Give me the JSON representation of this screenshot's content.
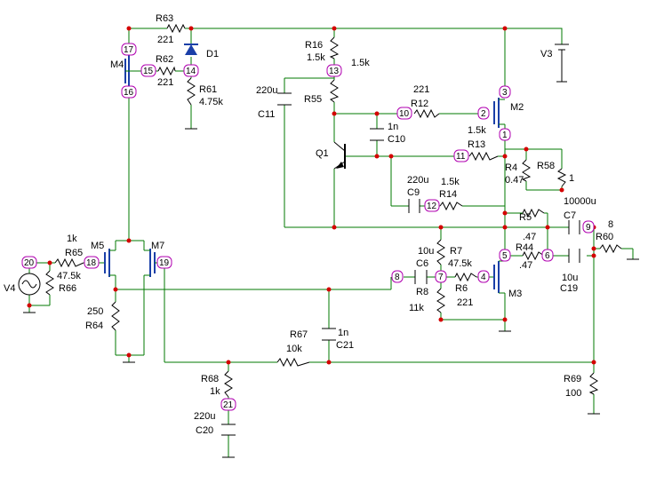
{
  "components": {
    "R63": {
      "name": "R63",
      "value": "221"
    },
    "D1": {
      "name": "D1"
    },
    "M4": {
      "name": "M4"
    },
    "R62": {
      "name": "R62",
      "value": "221"
    },
    "R61": {
      "name": "R61",
      "value": "4.75k"
    },
    "R16": {
      "name": "R16",
      "value": "1.5k"
    },
    "R55": {
      "name": "R55",
      "value": "1.5k"
    },
    "C11": {
      "name": "C11",
      "value": "220u"
    },
    "V3": {
      "name": "V3"
    },
    "R12": {
      "name": "R12",
      "value": "221"
    },
    "M2": {
      "name": "M2"
    },
    "C10": {
      "name": "C10",
      "value": "1n"
    },
    "R13": {
      "name": "R13",
      "value": "1.5k"
    },
    "Q1": {
      "name": "Q1"
    },
    "R4": {
      "name": "R4",
      "value": "0.47"
    },
    "R58": {
      "name": "R58",
      "value": "1"
    },
    "C9": {
      "name": "C9",
      "value": "220u"
    },
    "R14": {
      "name": "R14",
      "value": "1.5k"
    },
    "C7": {
      "name": "C7",
      "value": "10000u"
    },
    "R5": {
      "name": "R5",
      "value": ".47"
    },
    "R60": {
      "name": "R60",
      "value": "8"
    },
    "R44": {
      "name": "R44",
      "value": ".47"
    },
    "C19": {
      "name": "C19",
      "value": "10u"
    },
    "C6": {
      "name": "C6",
      "value": "10u"
    },
    "R7": {
      "name": "R7",
      "value": "47.5k"
    },
    "R6": {
      "name": "R6",
      "value": "221"
    },
    "R8": {
      "name": "R8",
      "value": "11k"
    },
    "M3": {
      "name": "M3"
    },
    "R65": {
      "name": "R65",
      "value": "1k"
    },
    "R66": {
      "name": "R66",
      "value": "47.5k"
    },
    "V4": {
      "name": "V4"
    },
    "M5": {
      "name": "M5"
    },
    "M7": {
      "name": "M7"
    },
    "R64": {
      "name": "R64",
      "value": "250"
    },
    "C21": {
      "name": "C21",
      "value": "1n"
    },
    "R67": {
      "name": "R67",
      "value": "10k"
    },
    "R68": {
      "name": "R68",
      "value": "1k"
    },
    "C20": {
      "name": "C20",
      "value": "220u"
    },
    "R69": {
      "name": "R69",
      "value": "100"
    }
  },
  "nodes": {
    "n1": "1",
    "n2": "2",
    "n3": "3",
    "n4": "4",
    "n5": "5",
    "n6": "6",
    "n7": "7",
    "n8": "8",
    "n9": "9",
    "n10": "10",
    "n11": "11",
    "n12": "12",
    "n13": "13",
    "n14": "14",
    "n15": "15",
    "n16": "16",
    "n17": "17",
    "n18": "18",
    "n19": "19",
    "n20": "20",
    "n21": "21"
  },
  "colors": {
    "wire": "#007a00",
    "junction": "#d40000",
    "node_marker": "#b000b0",
    "transistor": "#1a3fa8"
  }
}
